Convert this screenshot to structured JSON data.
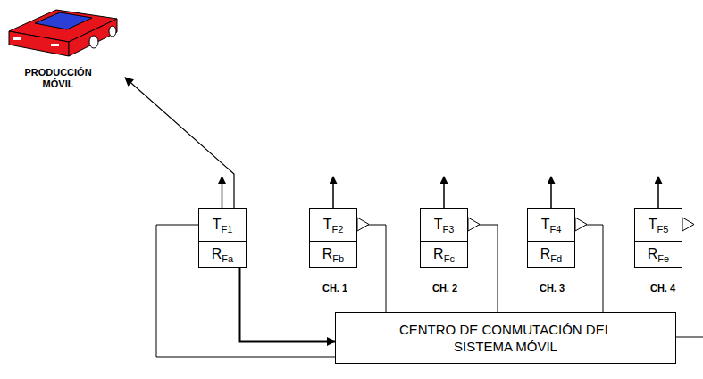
{
  "diagram": {
    "nodes": [
      {
        "text": [
          "PRODUCCIÓN MÓVIL"
        ]
      },
      {
        "text": [
          "T",
          "F1"
        ]
      },
      {
        "text": [
          "R",
          "Fa"
        ]
      },
      {
        "text": [
          "T",
          "F2"
        ]
      },
      {
        "text": [
          "R",
          "Fb"
        ]
      },
      {
        "text": [
          "T",
          "F3"
        ]
      },
      {
        "text": [
          "R",
          "Fc"
        ]
      },
      {
        "text": [
          "T",
          "F4"
        ]
      },
      {
        "text": [
          "R",
          "Fd"
        ]
      },
      {
        "text": [
          "T",
          "F5"
        ]
      },
      {
        "text": [
          "R",
          "Fe"
        ]
      },
      {
        "text": [
          "CENTRO DE CONMUTACIÓN DEL SISTEMA MÓVIL"
        ]
      }
    ],
    "edges": [
      {
        "from": 1,
        "to": 0,
        "arrow": "to"
      },
      {
        "from": 2,
        "to": 11,
        "arrow": "to"
      },
      {
        "from": 1,
        "to": 11,
        "arrow": "none"
      },
      {
        "from": 3,
        "to": 11,
        "arrow": "none"
      },
      {
        "from": 5,
        "to": 11,
        "arrow": "none"
      },
      {
        "from": 7,
        "to": 11,
        "arrow": "none"
      }
    ],
    "labels": [
      "CH. 1",
      "CH. 2",
      "CH. 3",
      "CH. 4"
    ]
  }
}
